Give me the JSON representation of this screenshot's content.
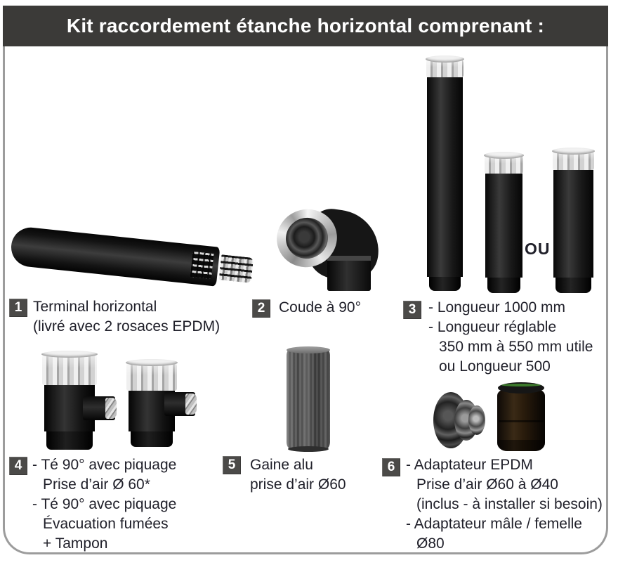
{
  "header": {
    "title": "Kit raccordement étanche horizontal comprenant :"
  },
  "or_label": "OU",
  "items": [
    {
      "num": "1",
      "lines": [
        "Terminal horizontal",
        "(livré avec 2 rosaces EPDM)"
      ]
    },
    {
      "num": "2",
      "lines": [
        "Coude à 90°"
      ]
    },
    {
      "num": "3",
      "lines": [
        "- Longueur 1000 mm",
        "- Longueur réglable",
        "350 mm à 550 mm utile",
        "ou Longueur 500"
      ]
    },
    {
      "num": "4",
      "lines": [
        "- Té 90° avec piquage",
        "Prise d’air Ø 60*",
        "- Té 90° avec piquage",
        "Évacuation fumées",
        "+ Tampon"
      ]
    },
    {
      "num": "5",
      "lines": [
        "Gaine alu",
        "prise d’air Ø60"
      ]
    },
    {
      "num": "6",
      "lines": [
        "- Adaptateur EPDM",
        "Prise d’air Ø60 à Ø40",
        "(inclus - à installer si besoin)",
        "- Adaptateur mâle / femelle",
        "Ø80"
      ]
    }
  ],
  "figures": {
    "item1": "horizontal-terminal-pipe",
    "item2": "90-degree-elbow",
    "item3": [
      "length-1000mm-pipe",
      "adjustable-length-pipe",
      "length-500-pipe"
    ],
    "item4": [
      "tee-90-air-intake",
      "tee-90-smoke-outlet"
    ],
    "item5": "aluminium-air-intake-sleeve",
    "item6": [
      "epdm-adapter",
      "male-female-adapter"
    ]
  },
  "colors": {
    "header_bg": "#3b3a38",
    "badge_bg": "#4b4a48",
    "box_border": "#9c9c9c",
    "text": "#20202a",
    "title_text": "#ffffff"
  }
}
